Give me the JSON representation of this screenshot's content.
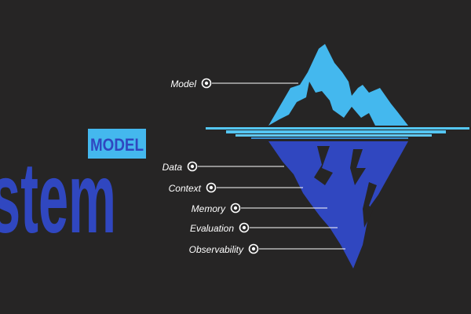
{
  "title": {
    "big_word": "stem",
    "badge": "MODEL"
  },
  "colors": {
    "background": "#262525",
    "tip": "#44b8ee",
    "waterline": "#54c6f2",
    "underwater": "#3047c0",
    "text": "#ffffff"
  },
  "labels": {
    "above": "Model",
    "below": [
      "Data",
      "Context",
      "Memory",
      "Evaluation",
      "Observability"
    ]
  }
}
